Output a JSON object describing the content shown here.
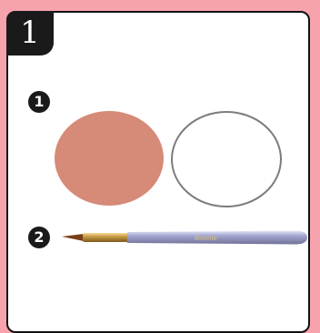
{
  "step": {
    "number": "1"
  },
  "markers": [
    {
      "label": "1"
    },
    {
      "label": "2"
    }
  ],
  "swatch": {
    "color": "#d68a78"
  },
  "brush": {
    "handle_color": "#a6a8d2",
    "ferrule_color": "#c79a45",
    "bristle_color": "#7a3f17",
    "handle_text": "Bonnie"
  }
}
